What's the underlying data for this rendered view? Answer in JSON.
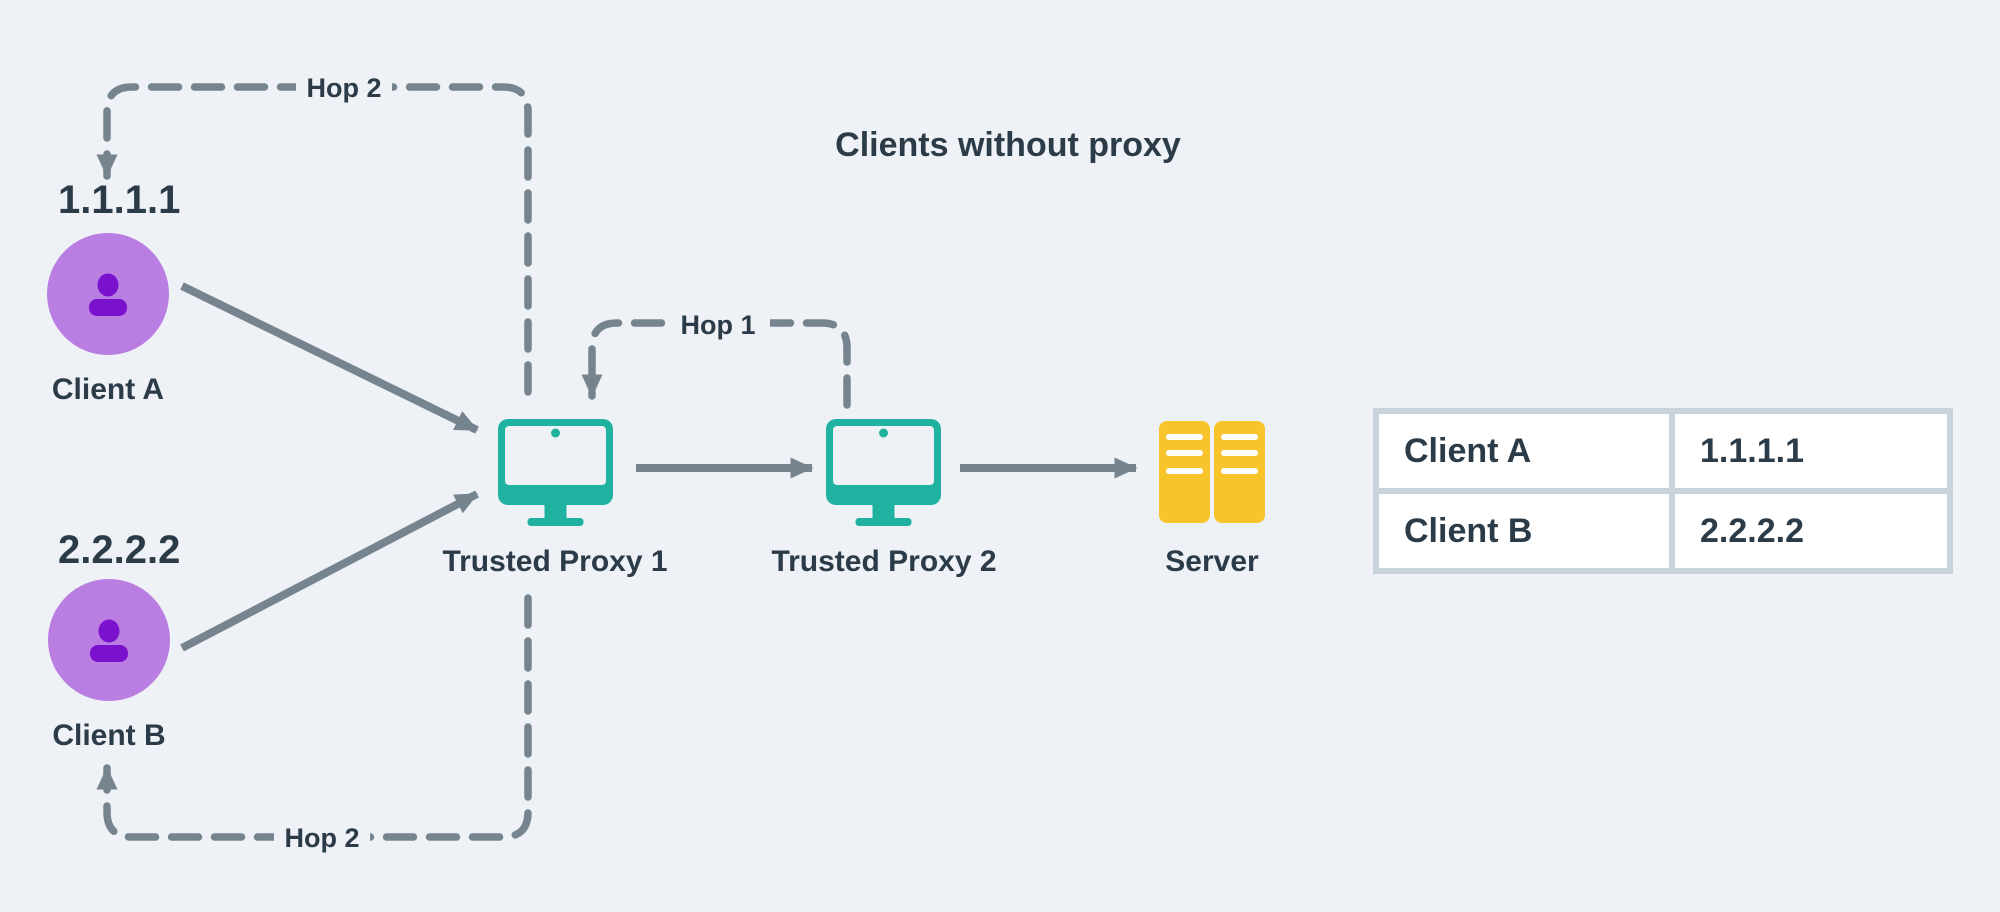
{
  "title": "Clients without proxy",
  "nodes": {
    "client_a": {
      "ip": "1.1.1.1",
      "label": "Client A"
    },
    "client_b": {
      "ip": "2.2.2.2",
      "label": "Client B"
    },
    "proxy1": {
      "label": "Trusted Proxy 1"
    },
    "proxy2": {
      "label": "Trusted Proxy 2"
    },
    "server": {
      "label": "Server"
    }
  },
  "hops": {
    "hop1": "Hop 1",
    "hop2_top": "Hop 2",
    "hop2_bottom": "Hop 2"
  },
  "table": {
    "rows": [
      [
        "Client A",
        "1.1.1.1"
      ],
      [
        "Client B",
        "2.2.2.2"
      ]
    ]
  },
  "colors": {
    "background": "#eef1f5",
    "connector_gray": "#76848f",
    "text_dark": "#2b3b48",
    "client_circle": "#ba7de2",
    "client_icon": "#7a11cd",
    "proxy_teal": "#1fb2a0",
    "server_yellow": "#f7c42b",
    "table_border": "#c9d3dc",
    "table_cell": "#ffffff"
  }
}
